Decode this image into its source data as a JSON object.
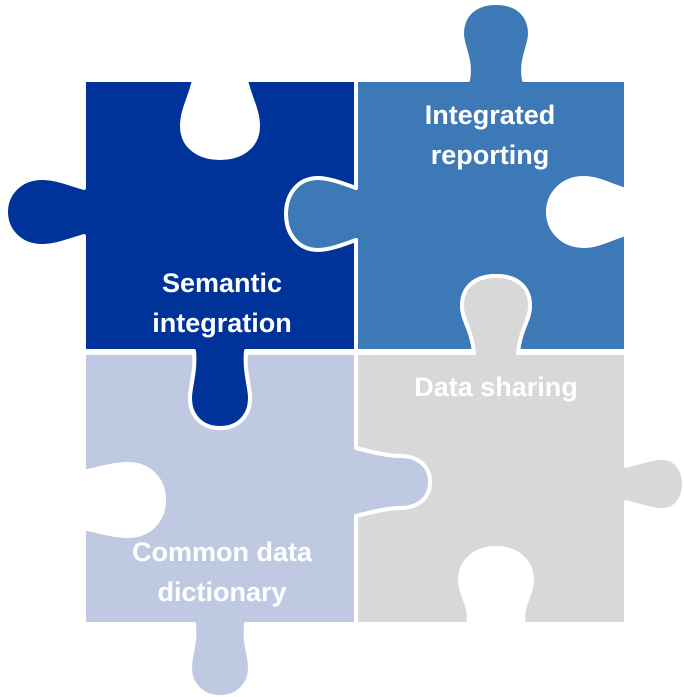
{
  "pieces": {
    "semantic": {
      "lines": [
        "Semantic",
        "integration"
      ],
      "fill": "#00339A",
      "text_color": "#FFFFFF"
    },
    "reporting": {
      "lines": [
        "Integrated",
        "reporting"
      ],
      "fill": "#3E79B7",
      "text_color": "#FFFFFF"
    },
    "dictionary": {
      "lines": [
        "Common data",
        "dictionary"
      ],
      "fill": "#BFCAE2",
      "text_color": "#FFFFFF"
    },
    "sharing": {
      "lines": [
        "Data sharing"
      ],
      "fill": "#D8D8D8",
      "text_color": "#FFFFFF"
    }
  }
}
